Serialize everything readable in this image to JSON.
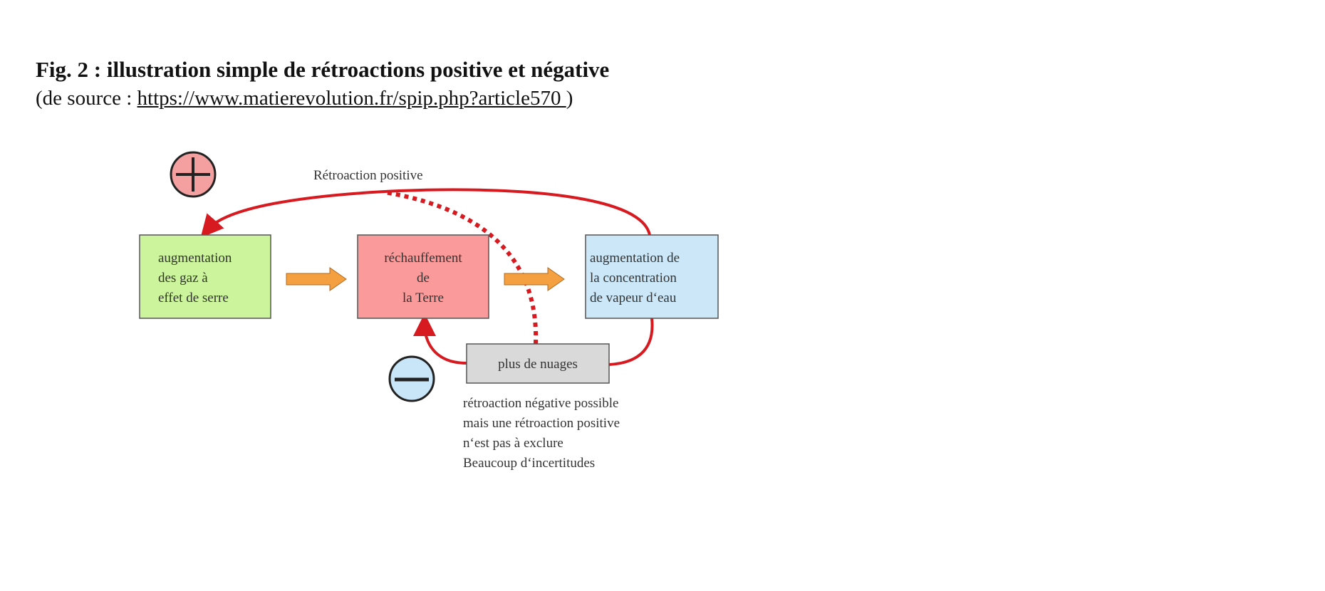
{
  "figure": {
    "title": "Fig. 2 : illustration  simple de rétroactions positive et négative",
    "source_prefix": "(de source : ",
    "source_link": "https://www.matierevolution.fr/spip.php?article570 ",
    "source_suffix": " )"
  },
  "diagram": {
    "positive_label": "Rétroaction positive",
    "nodes": {
      "gas": {
        "lines": [
          "augmentation",
          "des gaz à",
          "effet de serre"
        ],
        "color": "#ccf49c"
      },
      "warming": {
        "lines": [
          "réchauffement",
          "de",
          "la Terre"
        ],
        "color": "#fa9a9a"
      },
      "vapour": {
        "lines": [
          "augmentation de",
          "la concentration",
          "de vapeur d‘eau"
        ],
        "color": "#cbe7f8"
      },
      "clouds": {
        "lines": [
          "plus de nuages"
        ],
        "color": "#d9d9d9"
      }
    },
    "negative_note": [
      "rétroaction négative possible",
      "mais une rétroaction positive",
      "n‘est pas à exclure",
      "Beaucoup d‘incertitudes"
    ],
    "colors": {
      "arrow": "#d71920",
      "flow": "#f4a040",
      "plus": "#f4a0a0",
      "minus": "#c8e6f8"
    }
  }
}
